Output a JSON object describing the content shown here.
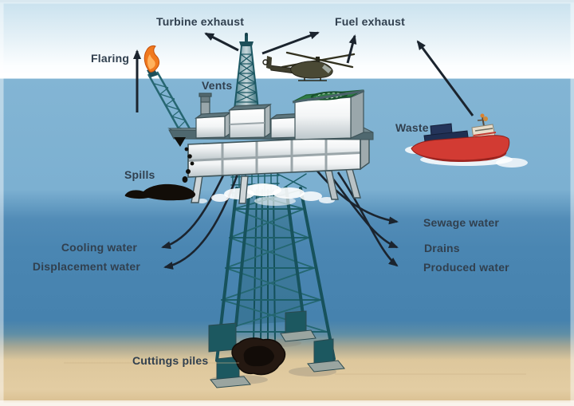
{
  "diagram": {
    "type": "offshore-oil-platform-emissions-and-discharges",
    "labels": {
      "turbine_exhaust": "Turbine exhaust",
      "fuel_exhaust": "Fuel exhaust",
      "flaring": "Flaring",
      "vents": "Vents",
      "waste": "Waste",
      "spills": "Spills",
      "cooling_water": "Cooling water",
      "displacement_water": "Displacement water",
      "sewage_water": "Sewage water",
      "drains": "Drains",
      "produced_water": "Produced water",
      "cuttings_piles": "Cuttings piles"
    },
    "colors": {
      "sky_top": "#c8e1ee",
      "sky_horizon": "#ffffff",
      "water_upper": "#7fb2d3",
      "water_deep": "#4a86b2",
      "seabed_sand": "#e2cb9e",
      "structure_teal": "#1d5a64",
      "deck_gray": "#e4e8e9",
      "flame_orange": "#f0791e",
      "helipad_green": "#2e7b44",
      "ship_red": "#d23b33",
      "arrow_black": "#1b242e",
      "label_text": "#31404f"
    }
  }
}
